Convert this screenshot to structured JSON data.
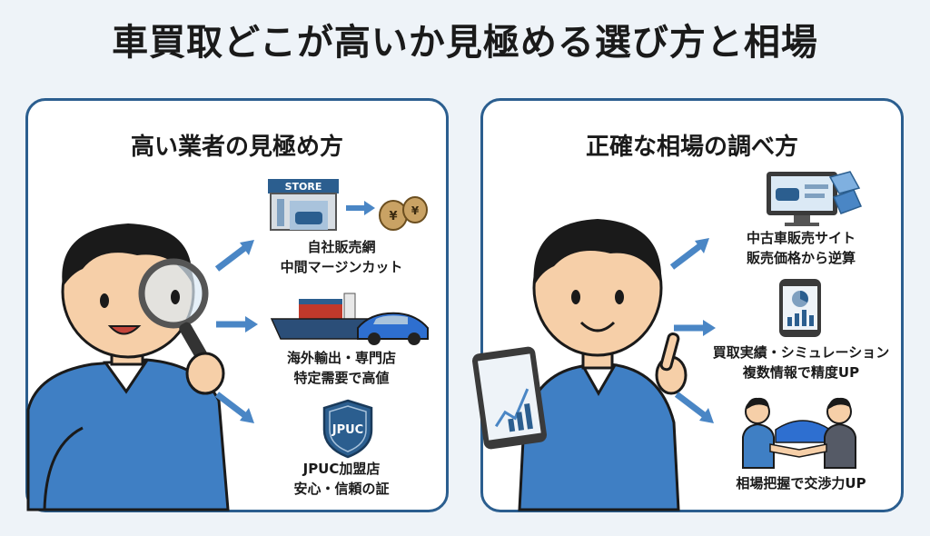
{
  "title": "車買取どこが高いか見極める選び方と相場",
  "left_panel": {
    "heading": "高い業者の見極め方",
    "items": [
      {
        "line1": "自社販売網",
        "line2": "中間マージンカット",
        "sign_text": "STORE",
        "icon": "store-moneybag-icon"
      },
      {
        "line1": "海外輸出・専門店",
        "line2": "特定需要で高値",
        "icon": "ship-sportscar-icon"
      },
      {
        "line1": "JPUC加盟店",
        "line2": "安心・信頼の証",
        "badge_text": "JPUC",
        "icon": "shield-badge-icon"
      }
    ]
  },
  "right_panel": {
    "heading": "正確な相場の調べ方",
    "items": [
      {
        "line1": "中古車販売サイト",
        "line2": "販売価格から逆算",
        "icon": "monitor-pricetag-icon"
      },
      {
        "line1": "買取実績・シミュレーション",
        "line2": "複数情報で精度UP",
        "icon": "phone-chart-icon"
      },
      {
        "line1": "相場把握で交渉力UP",
        "icon": "handshake-icon"
      }
    ]
  },
  "colors": {
    "accent": "#2b5e8f",
    "arrow": "#4a86c5",
    "shirt": "#3f7fc4"
  }
}
